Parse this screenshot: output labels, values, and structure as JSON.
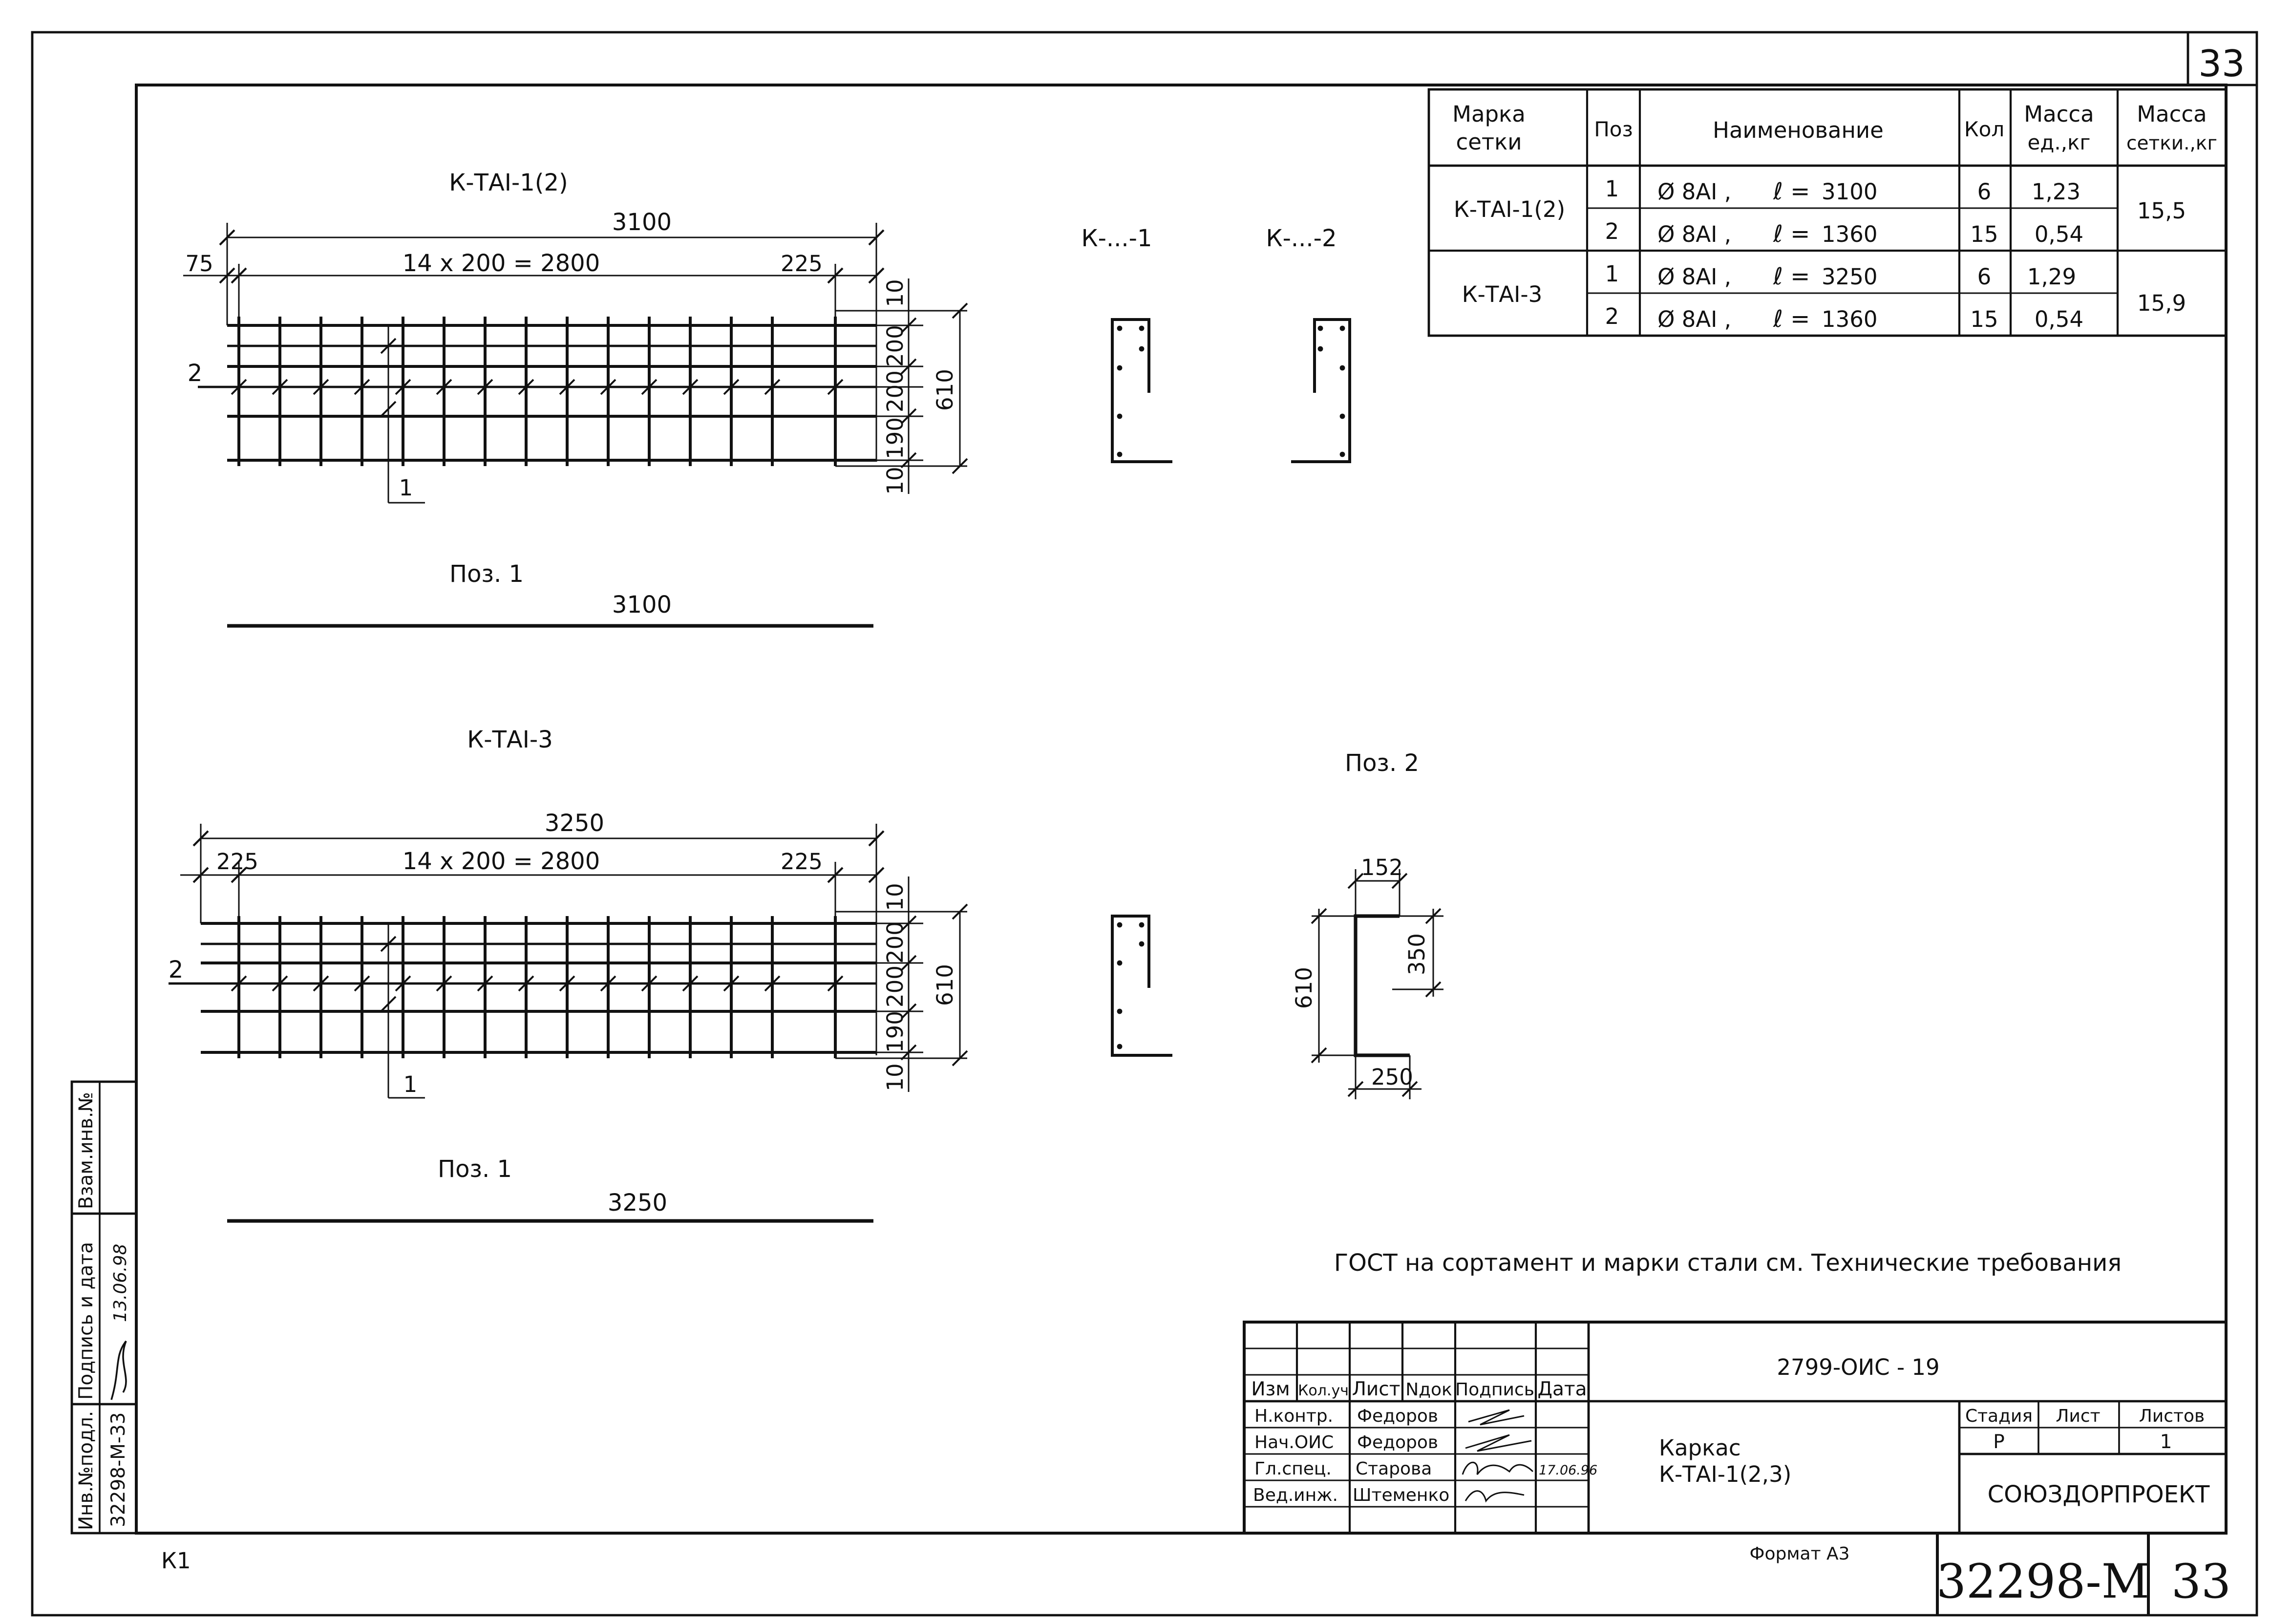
{
  "sheet_no_top": "33",
  "spec_table": {
    "headers": {
      "mark": [
        "Марка",
        "сетки"
      ],
      "pos": "Поз",
      "name": "Наименование",
      "qty": "Кол",
      "mass_unit": [
        "Масса",
        "ед.,кг"
      ],
      "mass_net": [
        "Масса",
        "сетки.,кг"
      ]
    },
    "groups": [
      {
        "mark": "К-ТАI-1(2)",
        "mass_net": "15,5",
        "rows": [
          {
            "pos": "1",
            "dia": "Ø 8AI ,",
            "len_sym": "ℓ =",
            "len": "3100",
            "qty": "6",
            "mass": "1,23"
          },
          {
            "pos": "2",
            "dia": "Ø 8AI ,",
            "len_sym": "ℓ =",
            "len": "1360",
            "qty": "15",
            "mass": "0,54"
          }
        ]
      },
      {
        "mark": "К-ТАI-3",
        "mass_net": "15,9",
        "rows": [
          {
            "pos": "1",
            "dia": "Ø 8AI ,",
            "len_sym": "ℓ =",
            "len": "3250",
            "qty": "6",
            "mass": "1,29"
          },
          {
            "pos": "2",
            "dia": "Ø 8AI ,",
            "len_sym": "ℓ =",
            "len": "1360",
            "qty": "15",
            "mass": "0,54"
          }
        ]
      }
    ]
  },
  "frame1": {
    "title": "К-ТАI-1(2)",
    "overall": "3100",
    "left": "75",
    "spacing": "14 x 200 = 2800",
    "right": "225",
    "v_dims": [
      "10",
      "200",
      "200",
      "190",
      "10"
    ],
    "total_h": "610",
    "pos_left": "2",
    "pos_bottom": "1"
  },
  "pos1_a": {
    "label": "Поз. 1",
    "len": "3100"
  },
  "frame2": {
    "title": "К-ТАI-3",
    "overall": "3250",
    "left": "225",
    "spacing": "14 x 200 = 2800",
    "right": "225",
    "v_dims": [
      "10",
      "200",
      "200",
      "190",
      "10"
    ],
    "total_h": "610",
    "pos_left": "2",
    "pos_bottom": "1"
  },
  "pos1_b": {
    "label": "Поз. 1",
    "len": "3250"
  },
  "section1": "К-...-1",
  "section2": "К-...-2",
  "pos2": {
    "label": "Поз. 2",
    "top": "152",
    "hook": "350",
    "height": "610",
    "bottom": "250"
  },
  "note": "ГОСТ на сортамент и марки стали см. Технические требования",
  "side_stamp": {
    "vzam": "Взам.инв.№",
    "podpis": "Подпись и дата",
    "podpis_date": "13.06.98",
    "inv": "Инв.№подл.",
    "inv_value": "32298-М-33"
  },
  "title_block": {
    "doc_code": "2799-ОИС - 19",
    "col_headers": [
      "Изм",
      "Кол.уч",
      "Лист",
      "Nдок",
      "Подпись",
      "Дата"
    ],
    "people": [
      {
        "role": "Н.контр.",
        "name": "Федоров"
      },
      {
        "role": "Нач.ОИС",
        "name": "Федоров"
      },
      {
        "role": "Гл.спец.",
        "name": "Старова",
        "date": "17.06.96"
      },
      {
        "role": "Вед.инж.",
        "name": "Штеменко"
      }
    ],
    "name_lines": [
      "Каркас",
      "К-ТАI-1(2,3)"
    ],
    "stage_label": "Стадия",
    "sheet_label": "Лист",
    "sheets_label": "Листов",
    "stage": "Р",
    "sheets": "1",
    "org": "СОЮЗДОРПРОЕКТ"
  },
  "footer": {
    "k1": "К1",
    "format": "Формат А3",
    "doc_number": "32298-М",
    "page": "33"
  }
}
